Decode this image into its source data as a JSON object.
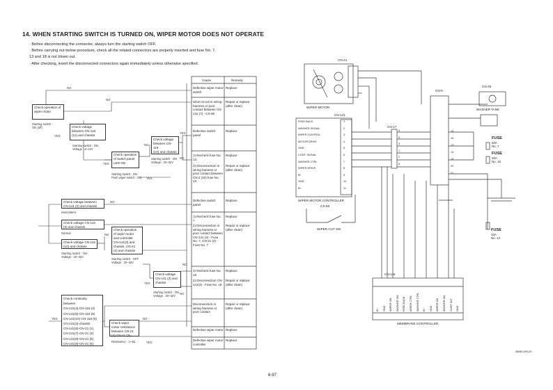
{
  "title": "14. WHEN STARTING SWITCH IS TURNED ON, WIPER MOTOR DOES NOT OPERATE",
  "notes": [
    "· Before disconnecting the connector, always turn the starting switch OFF.",
    "· Before carrying out below procedure, check all the related connectors are properly inserted and fuse No. 7,",
    "  13 and 18 is not blown out.",
    "· After checking, insert the disconnected connectors again immediately unless otherwise specified."
  ],
  "table": {
    "cause_header": "Cause",
    "remedy_header": "Remedy",
    "rows": [
      {
        "cause": "Defective wiper motor switch",
        "remedy": "Replace"
      },
      {
        "cause": "Short circuit in wiring harness or poor contact between CN-141 (7) - CS-58",
        "remedy": "Repair or replace (after clean)"
      },
      {
        "cause": "Defective switch panel",
        "remedy": "Replace"
      },
      {
        "cause": "1) Recheck fuse No. 13",
        "remedy": "Replace"
      },
      {
        "cause": "2) Disconnection in wiring harness or poor contact between CN-2 (10) fuse No. 13",
        "remedy": "Repair or replace (after clean)"
      },
      {
        "cause": "Defective switch panel",
        "remedy": "Replace"
      },
      {
        "cause": "1) Recheck fuse No. 7",
        "remedy": "Replace"
      },
      {
        "cause": "2) Disconnection in wiring harness or poor contact between CN-141 (4) - Fuse No. 7, CN-21 (4) - Fuse No. 7",
        "remedy": "Repair or replace (after clean)"
      },
      {
        "cause": "1) Recheck fuse No. 18",
        "remedy": "Replace"
      },
      {
        "cause": "2) Disconnection CN-141(3) - Fuse No. 18",
        "remedy": "Repair or replace (after clean)"
      },
      {
        "cause": "Disconnection in wiring harness or poor contact",
        "remedy": "Repair or replace (after clean)"
      },
      {
        "cause": "Defective wiper motor",
        "remedy": "Replace"
      },
      {
        "cause": "Defective wiper motor controller",
        "remedy": "Replace"
      }
    ]
  },
  "flow": {
    "b1": [
      "Check operation of",
      "wiper motor"
    ],
    "b1_note": [
      "Starting switch :",
      "ON (off)"
    ],
    "b2": [
      "Check voltage",
      "between CN-116",
      "(11) and chassis"
    ],
    "b2_note": [
      "Starting switch : ON",
      "Voltage : 8~12V"
    ],
    "b3": [
      "Check operation",
      "of switch panel",
      "LED ON"
    ],
    "b3_note": [
      "Starting switch : ON",
      "Push wiper switch : ON"
    ],
    "b4": [
      "Check voltage",
      "between CN-116",
      "(10) and chassis"
    ],
    "b4_note": [
      "Starting switch : ON",
      "Voltage : 20~32V"
    ],
    "b5": [
      "Check voltage between",
      "CN-141 (2) and chassis"
    ],
    "b5_note": "Intermittent",
    "b6": [
      "Check voltage CN-116",
      "(3) and chassis"
    ],
    "b6_note": "Normal",
    "b7": [
      "Check voltage CN-116",
      "(10) and chassis"
    ],
    "b7_note": [
      "Starting switch : ON",
      "Voltage : 20~32V"
    ],
    "b8": [
      "Check operation",
      "of wiper motor",
      "and controller",
      "CN-141(3) and",
      "chassis, CN-21",
      "(4) and chassis"
    ],
    "b8_note": [
      "Starting switch : OFF",
      "Voltage : 20~32V"
    ],
    "b9": [
      "Check voltage",
      "CN-141 (3) and",
      "chassis"
    ],
    "b9_note": [
      "Starting switch : ON",
      "Voltage : 20~32V"
    ],
    "b10": [
      "Check continuity",
      "between",
      "CN-141(4)-CN-116 (4)",
      "CN-141(5)-CN-116 (5)",
      "CN-141(10)-CN-116 (6)",
      "CN-141(2)-chassis",
      "CN-141(6)-CN-21 (1)",
      "CN-141(7)-CN-21 (3)",
      "CN-141(8)-CN-21 (5)",
      "CN-141(9)-CN-21 (6)"
    ],
    "b11": [
      "Check wiper",
      "motor resistance",
      "between CN-21",
      "(2) CN-21 (3)"
    ],
    "b11_note": "Resistance : 1~4Ω",
    "yes": "YES",
    "no": "NO"
  },
  "wiring": {
    "cn21": "CN-21",
    "wiper_motor": "WIPER MOTOR",
    "cn141": "CN-141",
    "cn17": "CN-17",
    "cn5": "CN-5",
    "cn25": "CN-25",
    "washer_tank": "WASHER TANK",
    "cs58": "CS-58",
    "wiper_cut_sw": "WIPER CUT SW",
    "controller": "WIPER MOTOR CONTROLLER",
    "membrane_controller": "MEMBRANE CONTROLLER",
    "cn116": "CN-116",
    "fuses": [
      {
        "label": "FUSE",
        "sub": "20A",
        "no": "No. 7"
      },
      {
        "label": "FUSE",
        "sub": "20A",
        "no": "No. 18"
      },
      {
        "label": "FUSE",
        "sub": "10A",
        "no": "No. 13"
      }
    ],
    "ctrl_pins": [
      "FEED BACK",
      "WASHER SIGNAL",
      "WIPER CONTROL",
      "MOTOR DRIVE",
      "GND",
      "CONT. SIGNAL",
      "WASHER CTRL",
      "WIPER DRIVE",
      "B+",
      "GND",
      "B+"
    ],
    "ctrl_nums": [
      "1",
      "2",
      "3",
      "4",
      "5",
      "6",
      "7",
      "8",
      "9",
      "10",
      "11"
    ],
    "cn5_pins": [
      "15",
      "16",
      "13",
      "14",
      "18",
      "20",
      "21"
    ],
    "cn17_pins": [
      "4",
      "5",
      "3",
      "1",
      "2",
      "6"
    ],
    "membrane_pins": [
      "B+",
      "GND",
      "WIPER SW",
      "WASHER SW",
      "FEED BACK",
      "WIPER CTRL",
      "WASHER CTRL",
      "B+",
      "GND",
      "WIPER ON",
      "WASHER ON",
      "CONT SIG",
      "GND"
    ],
    "ref_code": "36MB-W0124"
  },
  "page_number": "6-97"
}
